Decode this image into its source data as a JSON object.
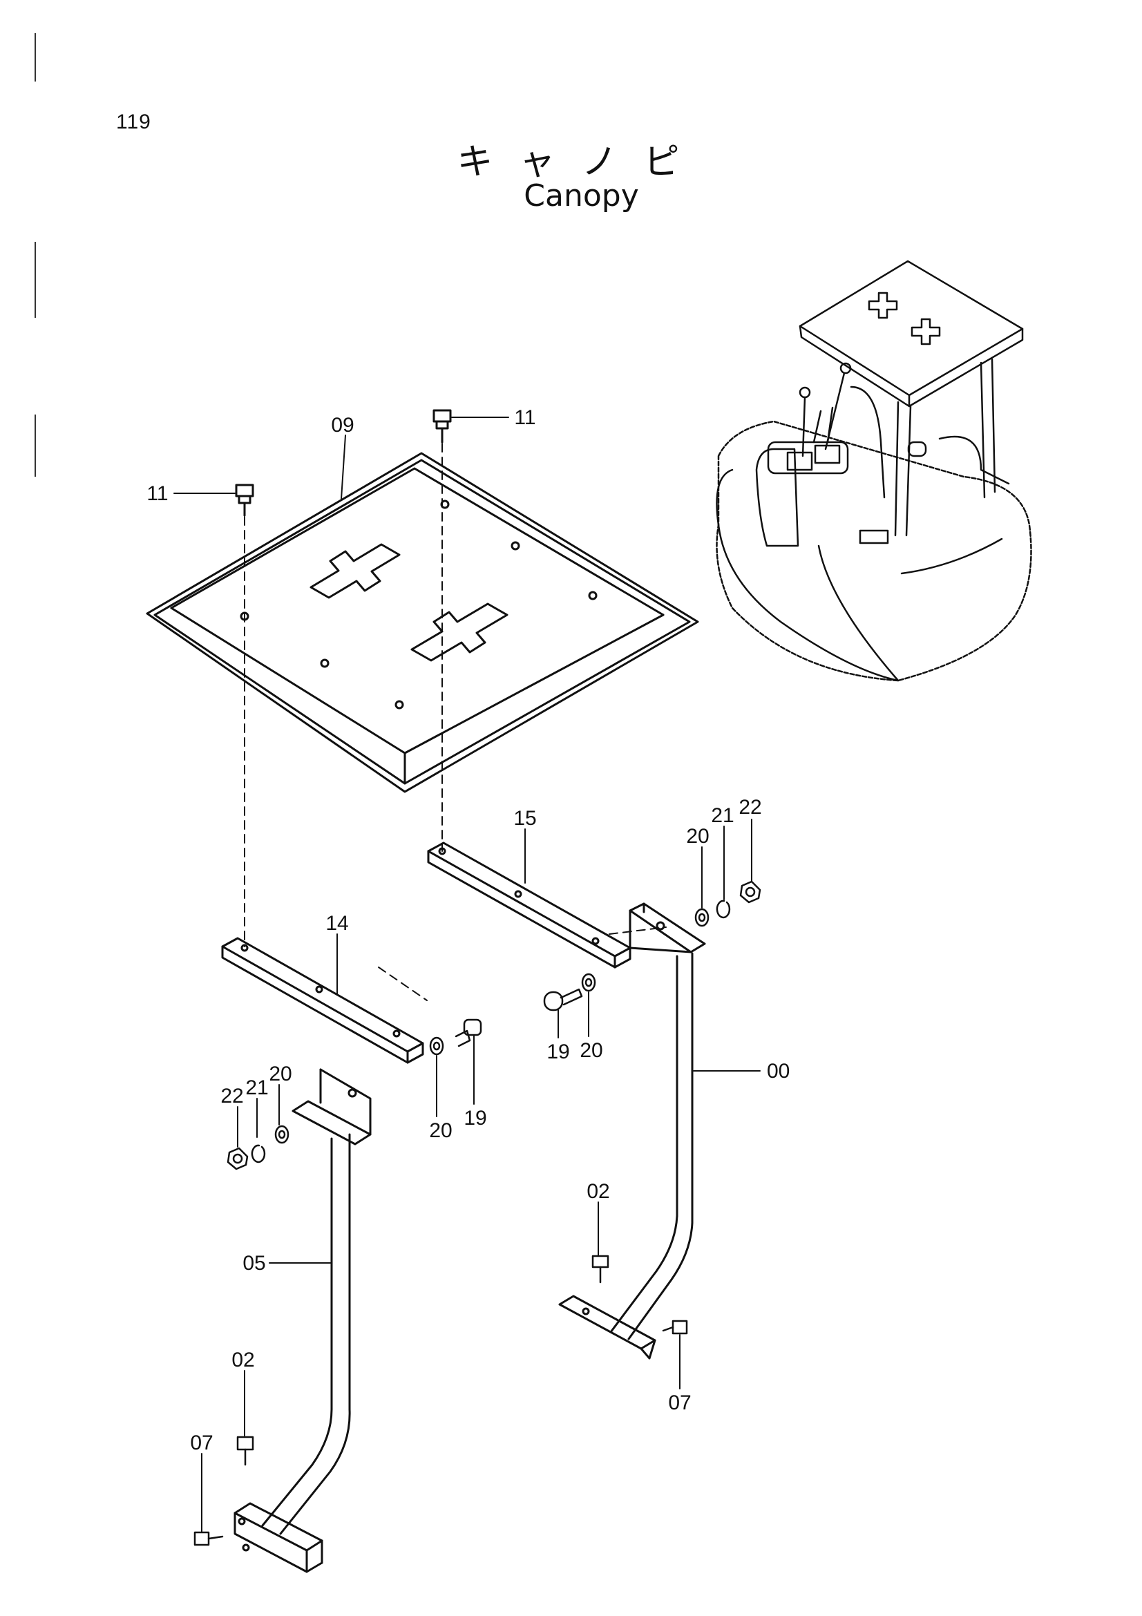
{
  "page": {
    "number": "119"
  },
  "title": {
    "japanese": "キャノピ",
    "english": "Canopy"
  },
  "callouts": {
    "c09": "09",
    "c11a": "11",
    "c11b": "11",
    "c15": "15",
    "c14": "14",
    "c20a": "20",
    "c21a": "21",
    "c22a": "22",
    "c19a": "19",
    "c20b": "20",
    "c00": "00",
    "c02a": "02",
    "c07a": "07",
    "c22b": "22",
    "c21b": "21",
    "c20c": "20",
    "c20d": "20",
    "c19b": "19",
    "c05": "05",
    "c02b": "02",
    "c07b": "07"
  }
}
